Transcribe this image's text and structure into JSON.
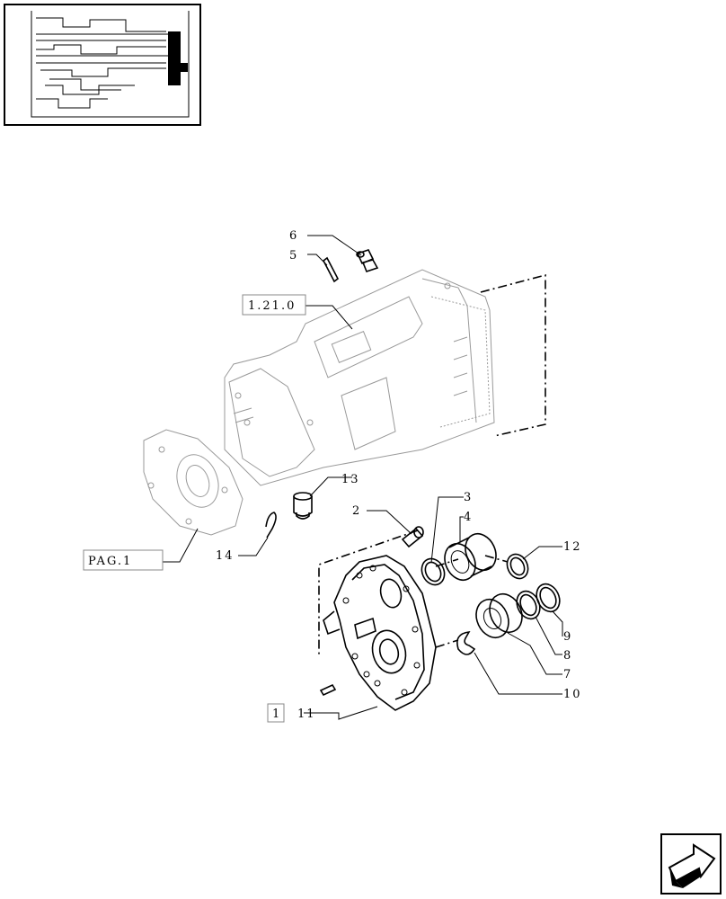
{
  "diagram": {
    "refs": {
      "housing_ref": "1.21.0",
      "flange_ref": "PAG.1",
      "cover_ref": "1"
    },
    "callouts": {
      "c1": "1",
      "c2": "2",
      "c3": "3",
      "c4": "4",
      "c5": "5",
      "c6": "6",
      "c7": "7",
      "c8": "8",
      "c9": "9",
      "c10": "10",
      "c11": "11",
      "c12": "12",
      "c13": "13",
      "c14": "14"
    }
  },
  "nav": {
    "icon": "next-page-arrow-icon"
  }
}
